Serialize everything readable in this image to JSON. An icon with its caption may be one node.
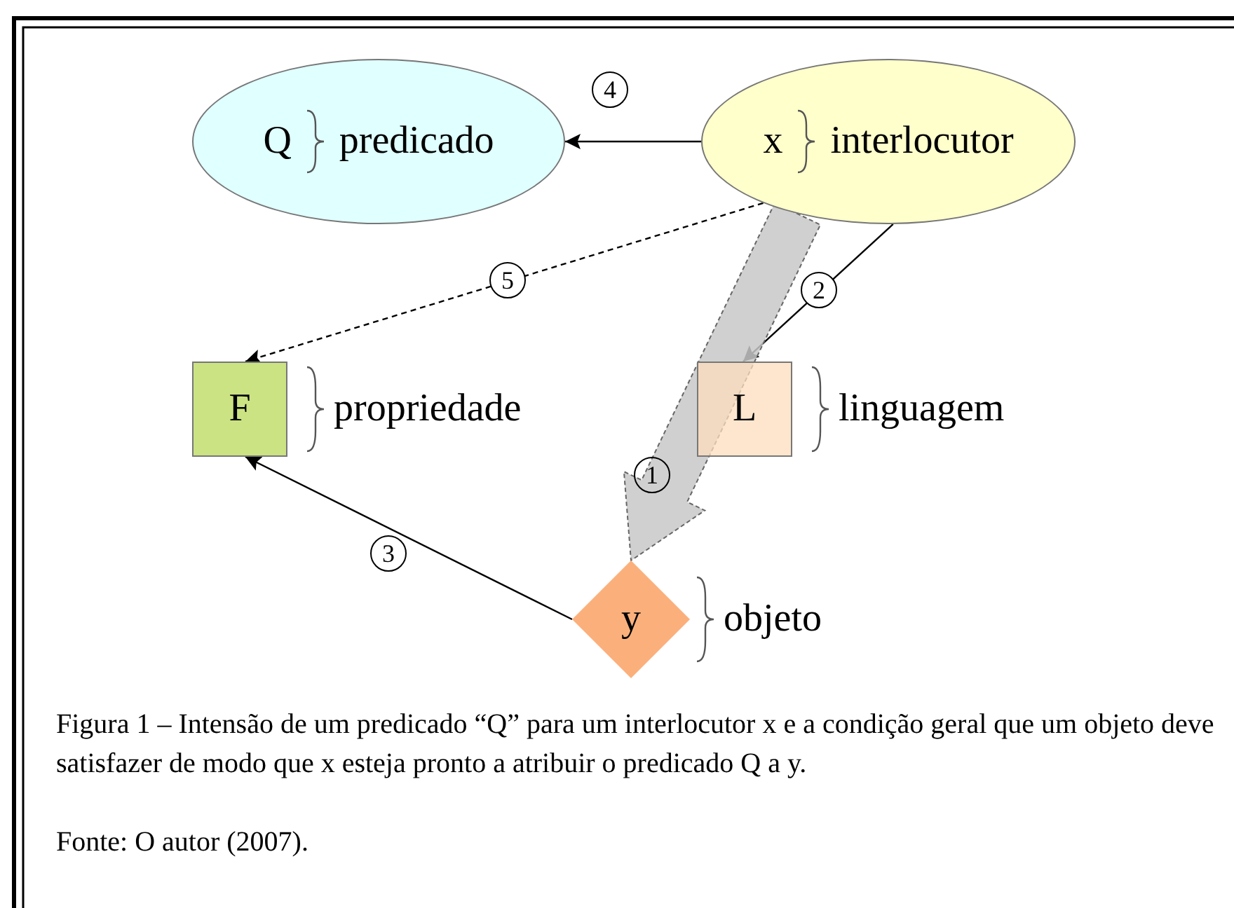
{
  "diagram": {
    "caption": "Figura 1 – Intensão de um predicado “Q” para um interlocutor x e a condição geral que um objeto deve satisfazer de modo que x esteja pronto a atribuir o predicado Q a y.",
    "nodes": [
      {
        "text": [
          "Q",
          "predicado"
        ]
      },
      {
        "text": [
          "x",
          "interlocutor"
        ]
      },
      {
        "text": [
          "F"
        ],
        "beside": [
          "propriedade"
        ]
      },
      {
        "text": [
          "L"
        ],
        "beside": [
          "linguagem"
        ]
      },
      {
        "text": [
          "y"
        ],
        "beside": [
          "objeto"
        ]
      }
    ],
    "edges": [
      {
        "from": 1,
        "to": 0,
        "arrow": "to",
        "label": "4"
      },
      {
        "from": 1,
        "to": 2,
        "arrow": "to",
        "label": "5",
        "style": "dashed"
      },
      {
        "from": 1,
        "to": 3,
        "arrow": "to",
        "label": "2"
      },
      {
        "from": 4,
        "to": 2,
        "arrow": "to",
        "label": "3"
      },
      {
        "from": 1,
        "to": 4,
        "arrow": "to",
        "label": "1",
        "style": "thick",
        "color": "#c8c8c8"
      }
    ],
    "labels": [
      "Fonte: O autor (2007)."
    ]
  }
}
